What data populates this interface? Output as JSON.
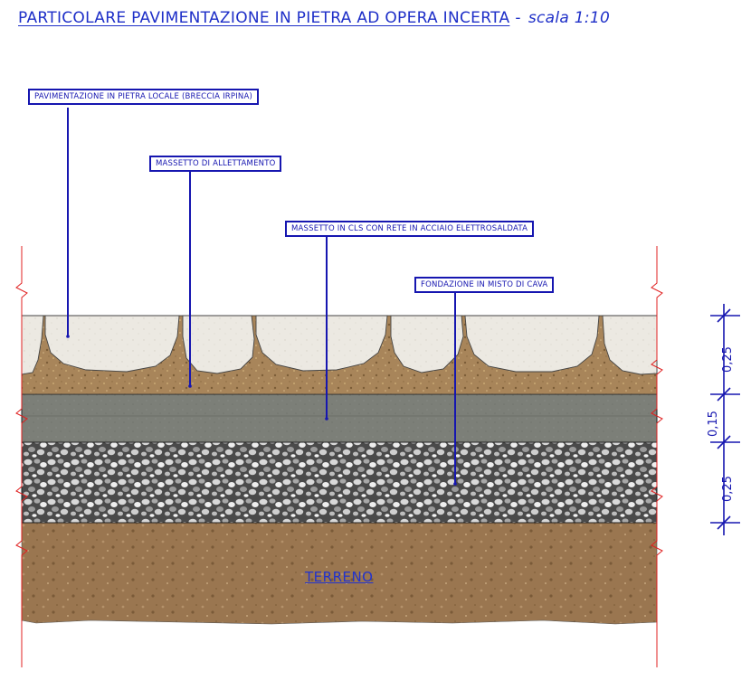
{
  "title": {
    "main": "PARTICOLARE PAVIMENTAZIONE IN PIETRA AD OPERA INCERTA",
    "separator": "-",
    "scale": "scala 1:10"
  },
  "labels": {
    "pavimentazione": "PAVIMENTAZIONE IN PIETRA LOCALE (BRECCIA IRPINA)",
    "massetto_allettamento": "MASSETTO DI ALLETTAMENTO",
    "massetto_cls": "MASSETTO IN CLS CON RETE IN ACCIAIO ELETTROSALDATA",
    "fondazione": "FONDAZIONE IN MISTO DI CAVA",
    "terreno": "TERRENO"
  },
  "dimensions": [
    "0,25",
    "0,15",
    "0,25"
  ],
  "colors": {
    "annotation": "#1616b0",
    "break_line": "#e02020",
    "stone": "#ece9e2",
    "bedding": "#a8855a",
    "concrete": "#7c7f78",
    "gravel": "#6a6a6a",
    "soil": "#9a7650"
  }
}
